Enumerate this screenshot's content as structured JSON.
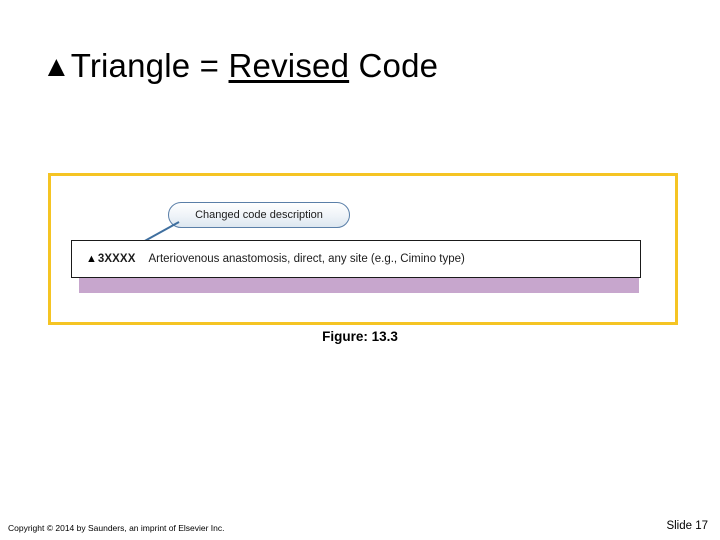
{
  "slide": {
    "title_triangle": "▲",
    "title_part1": "Triangle = ",
    "title_underlined": "Revised",
    "title_part2": " Code"
  },
  "figure": {
    "callout_text": "Changed code description",
    "code_triangle": "▲",
    "code_number": "3XXXX",
    "code_description": "Arteriovenous anastomosis, direct, any site (e.g., Cimino type)",
    "caption": "Figure: 13.3",
    "border_color": "#f5c423",
    "shadow_color": "#c7a6cd",
    "arrow_color": "#3f6f9f"
  },
  "footer": {
    "copyright": "Copyright © 2014 by Saunders, an imprint of Elsevier Inc.",
    "slide_number": "Slide 17"
  }
}
